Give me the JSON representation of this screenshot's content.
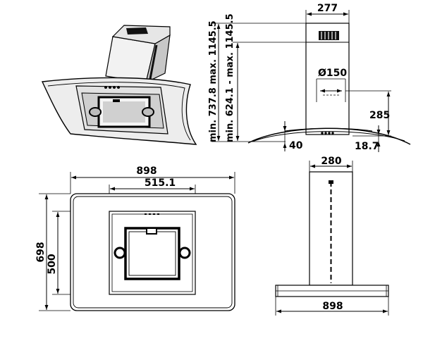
{
  "dimensions": {
    "top_width": "277",
    "duct_min_max_outer": "min. 737.8 max. 1145.5",
    "duct_min_max_inner": "min. 624.1 - max. 1145.5",
    "outlet_diameter": "Ø150",
    "outlet_height": "285",
    "glass_offset": "40",
    "glass_edge": "18.7",
    "front_width": "898",
    "filter_width": "515.1",
    "front_height": "698",
    "front_inner_height": "500",
    "side_chimney_width": "280",
    "side_base_width": "898"
  }
}
